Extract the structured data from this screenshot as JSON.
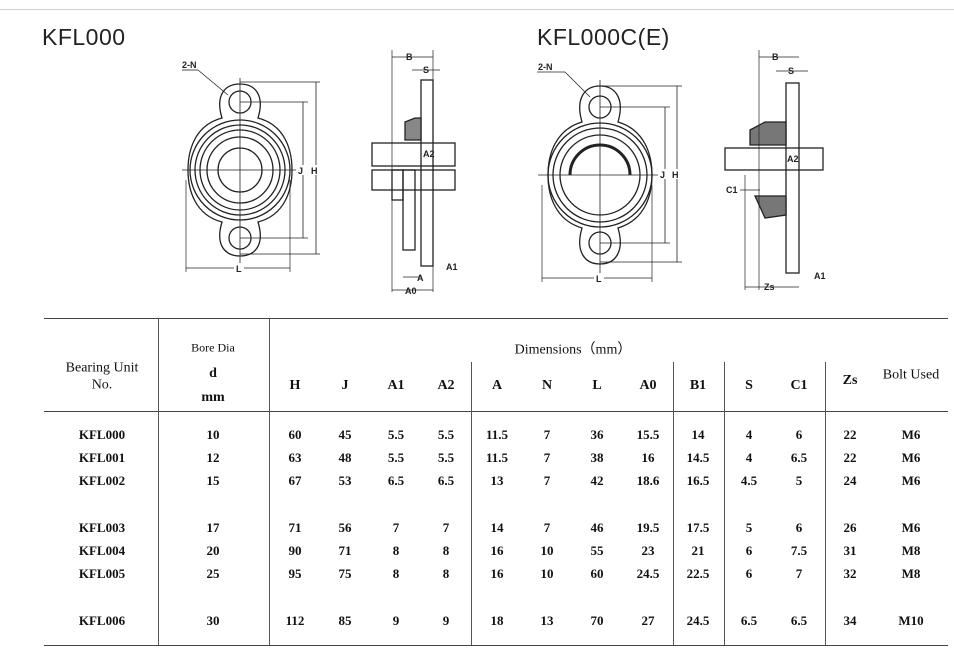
{
  "titles": {
    "left": "KFL000",
    "right": "KFL000C(E)"
  },
  "drawing_labels": {
    "left": {
      "holes": "2-N",
      "J": "J",
      "H": "H",
      "L": "L",
      "B": "B",
      "S": "S",
      "A2": "A2",
      "A1": "A1",
      "A": "A",
      "A0": "A0"
    },
    "right": {
      "holes": "2-N",
      "J": "J",
      "H": "H",
      "L": "L",
      "B": "B",
      "S": "S",
      "A2": "A2",
      "C1": "C1",
      "A1": "A1",
      "Zs": "Zs"
    }
  },
  "table": {
    "header": {
      "bearing_unit": "Bearing Unit",
      "no": "No.",
      "bore_dia": "Bore Dia",
      "d": "d",
      "mm": "mm",
      "dimensions": "Dimensions（mm）",
      "bolt_used": "Bolt Used"
    },
    "columns": [
      "H",
      "J",
      "A1",
      "A2",
      "A",
      "N",
      "L",
      "A0",
      "B1",
      "S",
      "C1",
      "Zs"
    ],
    "rows": [
      [
        "KFL000",
        "10",
        "60",
        "45",
        "5.5",
        "5.5",
        "11.5",
        "7",
        "36",
        "15.5",
        "14",
        "4",
        "6",
        "22",
        "M6"
      ],
      [
        "KFL001",
        "12",
        "63",
        "48",
        "5.5",
        "5.5",
        "11.5",
        "7",
        "38",
        "16",
        "14.5",
        "4",
        "6.5",
        "22",
        "M6"
      ],
      [
        "KFL002",
        "15",
        "67",
        "53",
        "6.5",
        "6.5",
        "13",
        "7",
        "42",
        "18.6",
        "16.5",
        "4.5",
        "5",
        "24",
        "M6"
      ],
      [
        "KFL003",
        "17",
        "71",
        "56",
        "7",
        "7",
        "14",
        "7",
        "46",
        "19.5",
        "17.5",
        "5",
        "6",
        "26",
        "M6"
      ],
      [
        "KFL004",
        "20",
        "90",
        "71",
        "8",
        "8",
        "16",
        "10",
        "55",
        "23",
        "21",
        "6",
        "7.5",
        "31",
        "M8"
      ],
      [
        "KFL005",
        "25",
        "95",
        "75",
        "8",
        "8",
        "16",
        "10",
        "60",
        "24.5",
        "22.5",
        "6",
        "7",
        "32",
        "M8"
      ],
      [
        "KFL006",
        "30",
        "112",
        "85",
        "9",
        "9",
        "18",
        "13",
        "70",
        "27",
        "24.5",
        "6.5",
        "6.5",
        "34",
        "M10"
      ]
    ]
  }
}
